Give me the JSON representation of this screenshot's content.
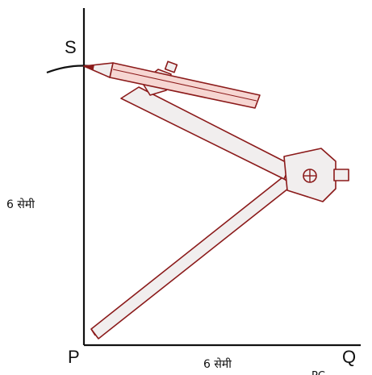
{
  "points": {
    "S": "S",
    "P": "P",
    "Q": "Q"
  },
  "labels": {
    "vertical_length": "6 सेमी",
    "horizontal_length": "6 सेमी"
  },
  "cutoff_text": {
    "fragment_1": "PC"
  },
  "colors": {
    "line": "#111111",
    "compass_outline": "#8b1a1a",
    "compass_fill": "#f1eeee",
    "pencil_fill": "#f6d6d2"
  }
}
